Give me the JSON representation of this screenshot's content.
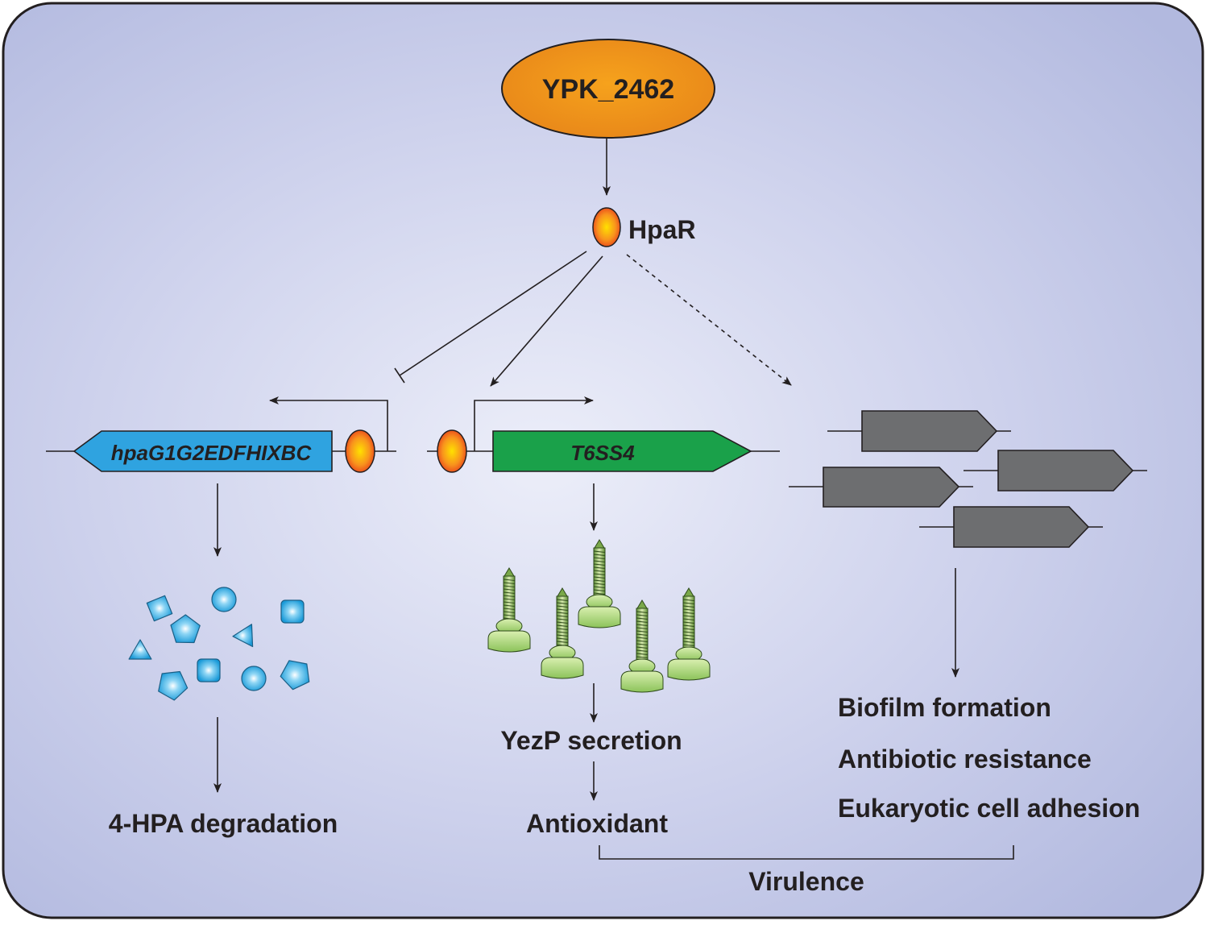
{
  "regulator": {
    "label": "YPK_2462",
    "color": "#ee9a1f"
  },
  "protein": {
    "label": "HpaR",
    "color": "#f5a623"
  },
  "left_operon": {
    "label": "hpaG1G2EDFHIXBC",
    "color": "#2fa3e0"
  },
  "mid_operon": {
    "label": "T6SS4",
    "color": "#1aa14a"
  },
  "other_genes": {
    "color": "#6d6e70",
    "count": 4
  },
  "molecule_color": "#1fa8e3",
  "syringe_color": "#8fc35a",
  "outcomes": {
    "left": "4-HPA degradation",
    "mid_secretion": "YezP secretion",
    "mid": "Antioxidant",
    "right": [
      "Biofilm formation",
      "Antibiotic resistance",
      "Eukaryotic cell adhesion"
    ],
    "virulence": "Virulence"
  },
  "background": {
    "outer": "#b4bbe0",
    "inner": "#eaedf9"
  }
}
